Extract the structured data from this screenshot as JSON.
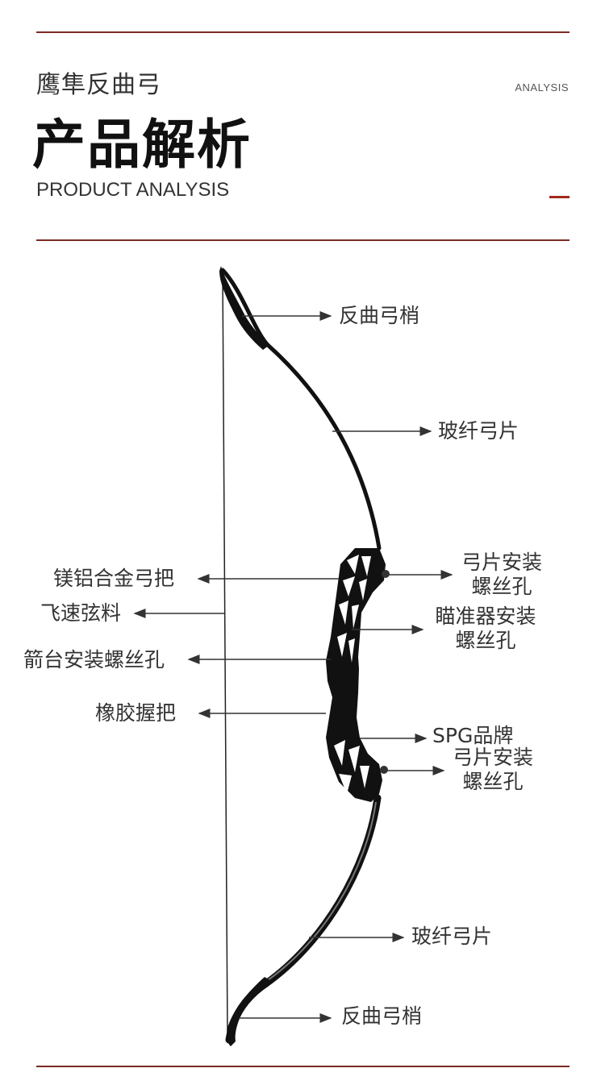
{
  "header": {
    "subtitle": "鹰隼反曲弓",
    "analysis_tag": "ANALYSIS",
    "title": "产品解析",
    "title_en": "PRODUCT ANALYSIS"
  },
  "labels": {
    "tip_top": "反曲弓梢",
    "limb_top": "玻纤弓片",
    "riser": "镁铝合金弓把",
    "string": "飞速弦料",
    "rest_hole": "箭台安装螺丝孔",
    "grip": "橡胶握把",
    "limb_hole_top_1": "弓片安装",
    "limb_hole_top_2": "螺丝孔",
    "sight_hole_1": "瞄准器安装",
    "sight_hole_2": "螺丝孔",
    "spg_brand": "SPG品牌",
    "limb_hole_bottom_1": "弓片安装",
    "limb_hole_bottom_2": "螺丝孔",
    "limb_bottom": "玻纤弓片",
    "tip_bottom": "反曲弓梢"
  },
  "colors": {
    "rule": "#7a2a23",
    "accent": "#a3271c",
    "bow": "#111111"
  }
}
